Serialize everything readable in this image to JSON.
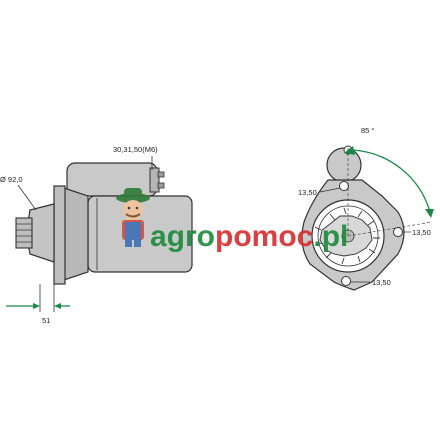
{
  "diagram": {
    "labels": {
      "diameter": "Ø 92,0",
      "terminals": "30,31,50(M6)",
      "flange_offset": "51",
      "angle": "85 °",
      "hole_upper_left": "13,50",
      "hole_right": "13,50",
      "hole_bottom": "13,50"
    },
    "watermark": {
      "text_part1": "agro",
      "text_part2": "pomoc",
      "text_part3": ".pl"
    },
    "colors": {
      "line": "#333333",
      "body_fill": "#c9c9c9",
      "body_shade": "#a8a8a8",
      "arrow_accent": "#1a8a4a",
      "watermark_green": "#1a8a3a",
      "watermark_red": "#d92b2b"
    }
  }
}
